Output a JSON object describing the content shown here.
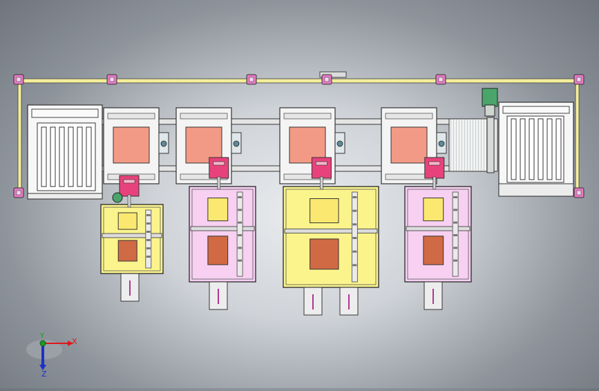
{
  "viewport": {
    "background_colors": [
      "#e9ebee",
      "#cfd3d8",
      "#8e949b",
      "#6f757c"
    ]
  },
  "triad": {
    "x_label": "X",
    "y_label": "Y",
    "z_label": "Z",
    "x_color": "#e0161b",
    "y_color": "#1a9b24",
    "z_color": "#1d2fc9"
  },
  "palette": {
    "frame_yellow": "#f4ee9a",
    "mount_pink": "#e679c4",
    "plate_salmon": "#f39a86",
    "station_yellow": "#fbf48c",
    "station_pink": "#f7d0f2",
    "slider_magenta": "#e8427c",
    "block_brown": "#d06a44",
    "motor_green": "#4aa56a"
  },
  "counts": {
    "test_stations": 4,
    "frame_mounts": 8
  }
}
